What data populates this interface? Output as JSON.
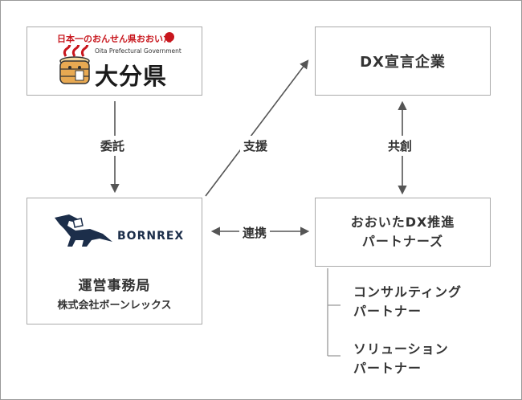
{
  "oita": {
    "tagline": "日本一のおんせん県おおいた",
    "gov_en": "Oita Prefectural Government",
    "name": "大分県"
  },
  "dx_company": "DX宣言企業",
  "secretariat": {
    "logo_text": "BORNREX",
    "title": "運営事務局",
    "company": "株式会社ボーンレックス"
  },
  "partners": {
    "line1": "おおいたDX推進",
    "line2": "パートナーズ"
  },
  "sub_partners": [
    {
      "line1": "コンサルティング",
      "line2": "パートナー"
    },
    {
      "line1": "ソリューション",
      "line2": "パートナー"
    }
  ],
  "labels": {
    "commission": "委託",
    "support": "支援",
    "cocreation": "共創",
    "cooperation": "連携"
  },
  "colors": {
    "onsen_red": "#c8161d",
    "logo_navy": "#1c2e4a",
    "line": "#555555"
  }
}
